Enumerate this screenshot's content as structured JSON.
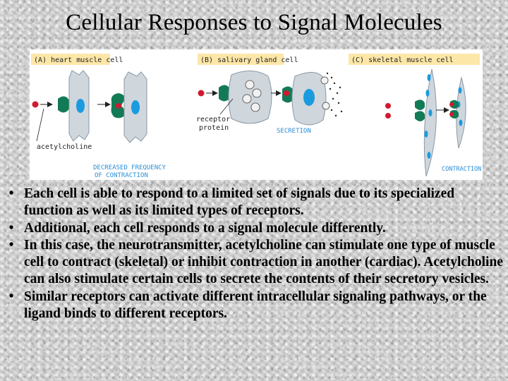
{
  "title": "Cellular Responses to Signal Molecules",
  "figure": {
    "panel_a_label": "(A) heart muscle cell",
    "panel_b_label": "(B) salivary gland cell",
    "panel_c_label": "(C) skeletal muscle cell",
    "acetylcholine_label": "acetylcholine",
    "receptor_label_line1": "receptor",
    "receptor_label_line2": "protein",
    "decreased_line1": "DECREASED FREQUENCY",
    "decreased_line2": "OF CONTRACTION",
    "secretion_label": "SECRETION",
    "contraction_label": "CONTRACTION",
    "colors": {
      "label_a_bg": "#fde7a8",
      "label_b_bg": "#fde7a8",
      "label_c_bg": "#fde7a8",
      "cell_fill": "#cfd6dc",
      "nucleus": "#1a9be0",
      "receptor": "#137a56",
      "ligand": "#d01a30",
      "caption_blue": "#2b8fd6"
    }
  },
  "bullets": [
    "Each cell is able to respond to a limited set of signals due to its specialized function as well as its limited types of receptors.",
    "Additional, each cell responds to a signal molecule differently.",
    "In this case, the neurotransmitter, acetylcholine can stimulate one type of muscle cell to contract (skeletal) or inhibit contraction in another (cardiac).  Acetylcholine can also stimulate certain cells to secrete the contents of their secretory vesicles.",
    "Similar receptors can activate different intracellular signaling pathways, or the ligand binds to different receptors."
  ],
  "bullet_symbol": "•"
}
